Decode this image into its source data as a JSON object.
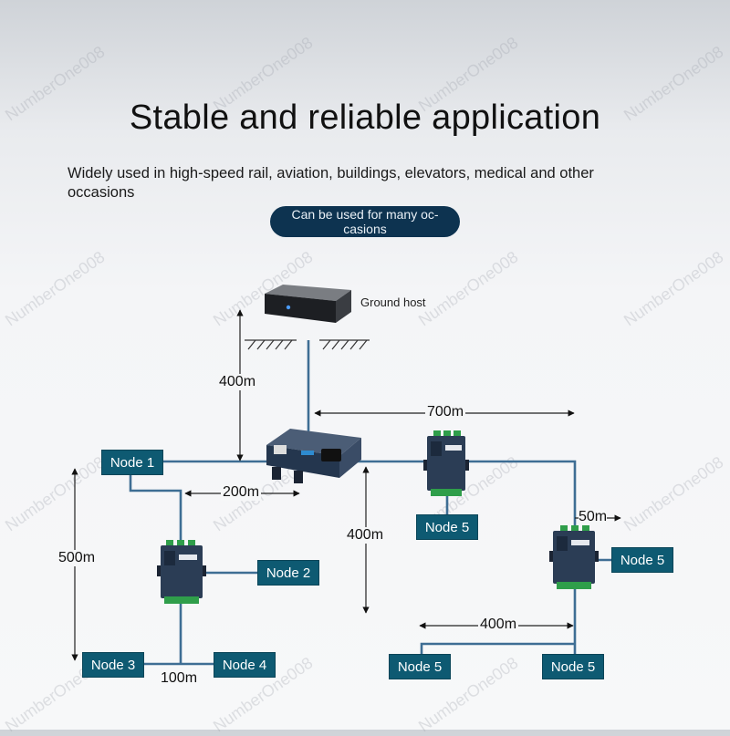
{
  "heading": {
    "title": "Stable and reliable application",
    "subtitle": "Widely used in high-speed rail, aviation, buildings, elevators, medical and other occasions",
    "badge": "Can be used for many oc-casions"
  },
  "host": {
    "label": "Ground host"
  },
  "nodes": {
    "n1": "Node 1",
    "n2": "Node 2",
    "n3": "Node 3",
    "n4": "Node 4",
    "n5a": "Node 5",
    "n5b": "Node 5",
    "n5c": "Node 5",
    "n5d": "Node 5"
  },
  "distances": {
    "host_drop": "400m",
    "trunk_right": "700m",
    "branch_left": "200m",
    "center_drop": "400m",
    "left_vertical": "500m",
    "bottom_left": "100m",
    "right_stub": "50m",
    "bottom_right": "400m"
  },
  "watermark": "NumberOne008",
  "colors": {
    "cable": "#3e6e94",
    "node_fill": "#0e5a72",
    "badge_fill": "#0d3350",
    "device_body": "#2b3d55"
  }
}
